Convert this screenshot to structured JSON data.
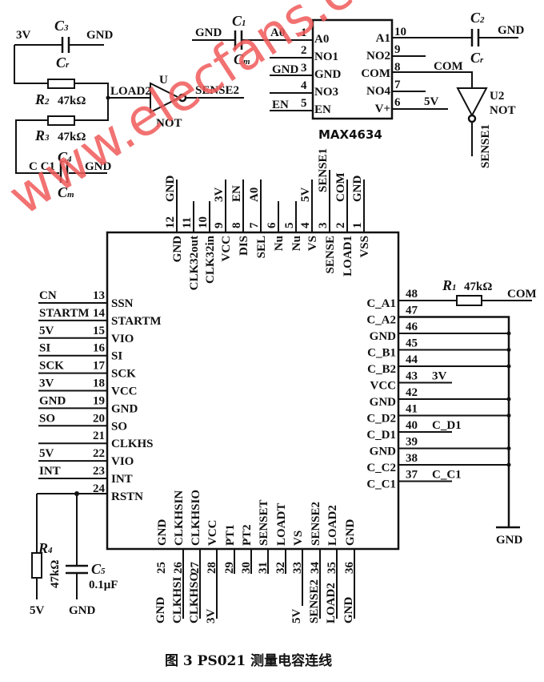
{
  "caption": "图 3   PS021 测量电容连线",
  "watermark": "www.elecfans.com",
  "top_left_circuit": {
    "c3": {
      "name": "C",
      "sub": "3",
      "value_name": "C",
      "value_sub": "r",
      "left_net": "3V",
      "right_net": "GND"
    },
    "r2": {
      "name": "R",
      "sub": "2",
      "value": "47kΩ"
    },
    "r3": {
      "name": "R",
      "sub": "3",
      "value": "47kΩ"
    },
    "c4": {
      "name": "C",
      "sub": "4",
      "value_name": "C",
      "value_sub": "m",
      "left_net": "C C1",
      "right_net": "GND"
    },
    "node_label": "LOAD2",
    "inverter": {
      "name": "U",
      "type": "NOT",
      "output": "SENSE2"
    }
  },
  "mux": {
    "part": "MAX4634",
    "c1": {
      "name": "C",
      "sub": "1",
      "value_name": "C",
      "value_sub": "m",
      "left_net": "GND",
      "right_net": "A0"
    },
    "c2": {
      "name": "C",
      "sub": "2",
      "value_name": "C",
      "value_sub": "r",
      "right_net": "GND"
    },
    "left_pins": [
      {
        "num": "1",
        "name": "A0",
        "net": ""
      },
      {
        "num": "2",
        "name": "NO1",
        "net": ""
      },
      {
        "num": "3",
        "name": "GND",
        "net": "GND"
      },
      {
        "num": "4",
        "name": "NO3",
        "net": ""
      },
      {
        "num": "5",
        "name": "EN",
        "net": "EN"
      }
    ],
    "right_pins": [
      {
        "num": "10",
        "name": "A1",
        "net": ""
      },
      {
        "num": "9",
        "name": "NO2",
        "net": ""
      },
      {
        "num": "8",
        "name": "COM",
        "net": "COM"
      },
      {
        "num": "7",
        "name": "NO4",
        "net": ""
      },
      {
        "num": "6",
        "name": "V+",
        "net": "5V"
      }
    ],
    "inverter": {
      "name": "U2",
      "type": "NOT",
      "output": "SENSE1"
    }
  },
  "ps021": {
    "top_pins": [
      {
        "num": "12",
        "name": "GND",
        "net": "GND"
      },
      {
        "num": "11",
        "name": "CLK32out",
        "net": ""
      },
      {
        "num": "10",
        "name": "CLK32in",
        "net": ""
      },
      {
        "num": "9",
        "name": "VCC",
        "net": "3V"
      },
      {
        "num": "8",
        "name": "DIS",
        "net": "EN"
      },
      {
        "num": "7",
        "name": "SEL",
        "net": "A0"
      },
      {
        "num": "6",
        "name": "Nu",
        "net": ""
      },
      {
        "num": "5",
        "name": "Nu",
        "net": ""
      },
      {
        "num": "4",
        "name": "VS",
        "net": "5V"
      },
      {
        "num": "3",
        "name": "SENSE",
        "net": "SENSE1"
      },
      {
        "num": "2",
        "name": "LOAD1",
        "net": "COM"
      },
      {
        "num": "1",
        "name": "VSS",
        "net": "GND"
      }
    ],
    "left_pins": [
      {
        "num": "13",
        "name": "SSN",
        "net": "CN"
      },
      {
        "num": "14",
        "name": "STARTM",
        "net": "STARTM"
      },
      {
        "num": "15",
        "name": "VIO",
        "net": "5V"
      },
      {
        "num": "16",
        "name": "SI",
        "net": "SI"
      },
      {
        "num": "17",
        "name": "SCK",
        "net": "SCK"
      },
      {
        "num": "18",
        "name": "VCC",
        "net": "3V"
      },
      {
        "num": "19",
        "name": "GND",
        "net": "GND"
      },
      {
        "num": "20",
        "name": "SO",
        "net": "SO"
      },
      {
        "num": "21",
        "name": "CLKHS",
        "net": ""
      },
      {
        "num": "22",
        "name": "VIO",
        "net": "5V"
      },
      {
        "num": "23",
        "name": "INT",
        "net": "INT"
      },
      {
        "num": "24",
        "name": "RSTN",
        "net": ""
      }
    ],
    "bottom_pins": [
      {
        "num": "25",
        "name": "GND",
        "net": "GND"
      },
      {
        "num": "26",
        "name": "CLKHSIN",
        "net": "CLKHSI"
      },
      {
        "num": "27",
        "name": "CLKHSIO",
        "net": "CLKHSO"
      },
      {
        "num": "28",
        "name": "VCC",
        "net": "3V"
      },
      {
        "num": "29",
        "name": "PT1",
        "net": ""
      },
      {
        "num": "30",
        "name": "PT2",
        "net": ""
      },
      {
        "num": "31",
        "name": "SENSET",
        "net": ""
      },
      {
        "num": "32",
        "name": "LOADT",
        "net": ""
      },
      {
        "num": "33",
        "name": "VS",
        "net": "5V"
      },
      {
        "num": "34",
        "name": "SENSE2",
        "net": "SENSE2"
      },
      {
        "num": "35",
        "name": "LOAD2",
        "net": "LOAD2"
      },
      {
        "num": "36",
        "name": "GND",
        "net": "GND"
      }
    ],
    "right_pins": [
      {
        "num": "48",
        "name": "C_A1",
        "net": "COM"
      },
      {
        "num": "47",
        "name": "C_A2",
        "net": ""
      },
      {
        "num": "46",
        "name": "GND",
        "net": ""
      },
      {
        "num": "45",
        "name": "C_B1",
        "net": ""
      },
      {
        "num": "44",
        "name": "C_B2",
        "net": ""
      },
      {
        "num": "43",
        "name": "VCC",
        "net": "3V"
      },
      {
        "num": "42",
        "name": "GND",
        "net": ""
      },
      {
        "num": "41",
        "name": "C_D2",
        "net": ""
      },
      {
        "num": "40",
        "name": "C_D1",
        "net": "C_D1"
      },
      {
        "num": "39",
        "name": "GND",
        "net": ""
      },
      {
        "num": "38",
        "name": "C_C2",
        "net": ""
      },
      {
        "num": "37",
        "name": "C_C1",
        "net": "C_C1"
      }
    ],
    "r1": {
      "name": "R",
      "sub": "1",
      "value": "47kΩ"
    },
    "gnd_rail_label": "GND"
  },
  "reset_circuit": {
    "r4": {
      "name": "R",
      "sub": "4",
      "value": "47kΩ",
      "net": "5V"
    },
    "c5": {
      "name": "C",
      "sub": "5",
      "value": "0.1μF",
      "net": "GND"
    }
  }
}
